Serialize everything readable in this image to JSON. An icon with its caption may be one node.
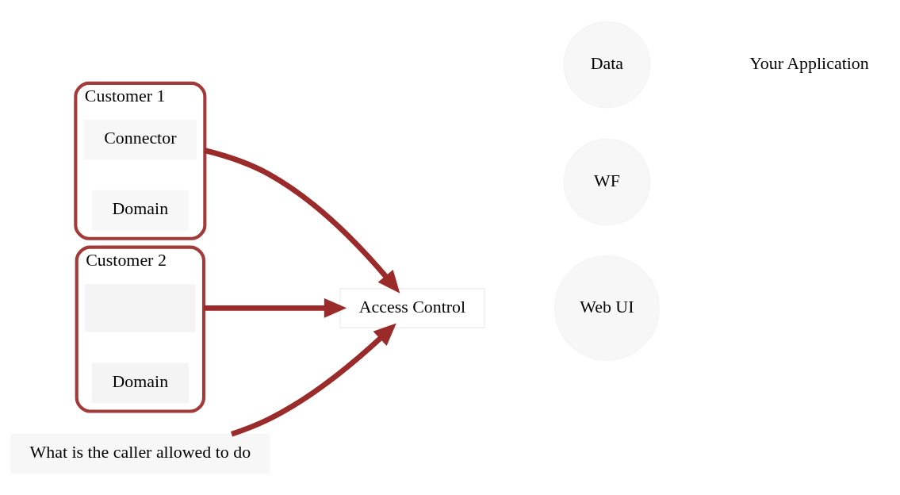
{
  "diagram": {
    "nodes": [
      {
        "text": [
          "Customer 1"
        ]
      },
      {
        "text": [
          "Connector"
        ],
        "in": 0
      },
      {
        "text": [
          "Domain"
        ],
        "in": 0
      },
      {
        "text": [
          "Customer 2"
        ]
      },
      {
        "text": [],
        "shape": "box",
        "in": 3
      },
      {
        "text": [
          "Domain"
        ],
        "in": 3
      },
      {
        "text": [
          "Access Control"
        ]
      },
      {
        "text": [
          "What is the caller allowed to do"
        ]
      },
      {
        "text": [
          "Web UI"
        ]
      },
      {
        "text": [
          "WF"
        ]
      },
      {
        "text": [
          "Data"
        ]
      }
    ],
    "edges": [
      {
        "from": 0,
        "to": 6,
        "arrow": "to"
      },
      {
        "from": 3,
        "to": 6,
        "arrow": "to"
      },
      {
        "from": 7,
        "to": 6,
        "arrow": "to"
      }
    ],
    "labels": [
      "Your Application"
    ]
  }
}
